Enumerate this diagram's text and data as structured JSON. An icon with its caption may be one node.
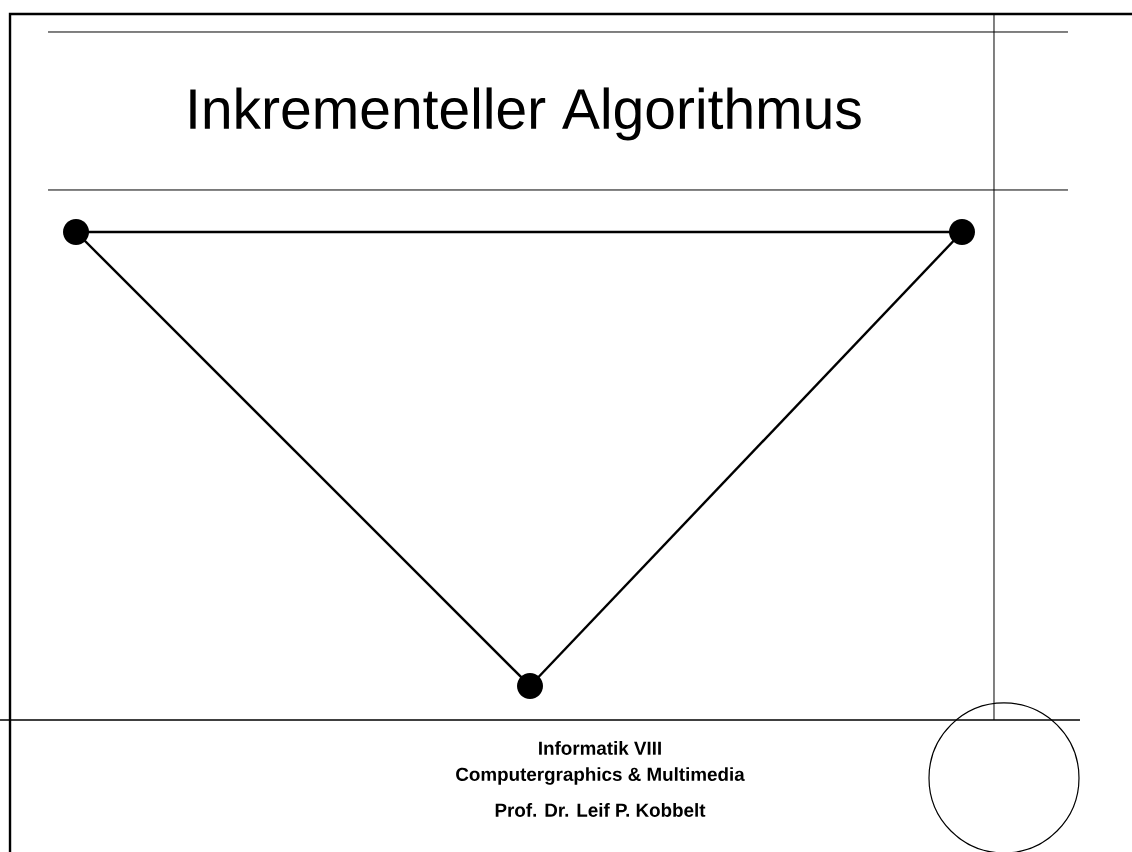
{
  "diagram": {
    "title": "Inkrementeller Algorithmus",
    "nodes": [
      {
        "text": [],
        "shape": "circle"
      },
      {
        "text": [],
        "shape": "circle"
      },
      {
        "text": [],
        "shape": "circle"
      }
    ],
    "edges": [
      {
        "from": 0,
        "to": 1,
        "arrow": "none"
      },
      {
        "from": 1,
        "to": 2,
        "arrow": "none"
      },
      {
        "from": 2,
        "to": 0,
        "arrow": "none"
      }
    ],
    "labels": [
      "Informatik VIII",
      "Computergraphics & Multimedia",
      "Prof. Dr. Leif P. Kobbelt"
    ]
  }
}
